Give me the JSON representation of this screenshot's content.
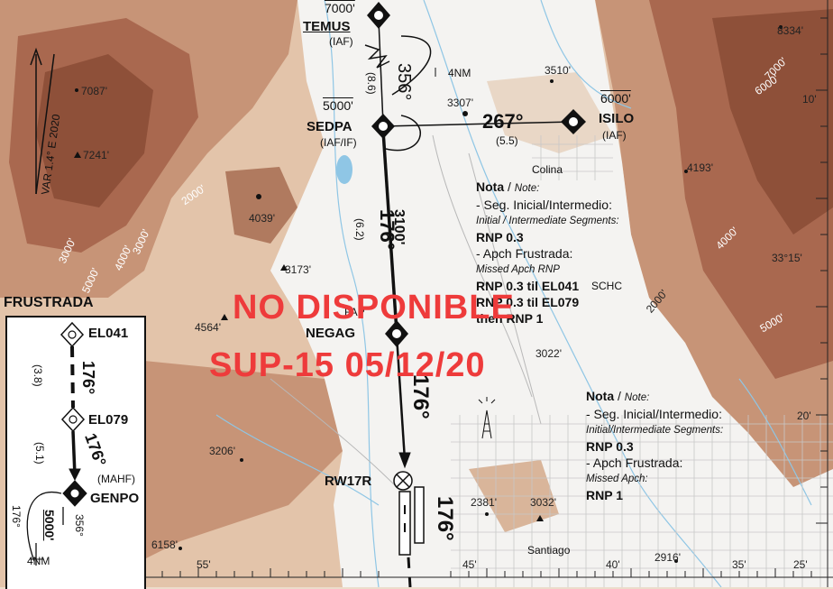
{
  "waypoints": {
    "temus": {
      "name": "TEMUS",
      "alt": "7000'",
      "role": "(IAF)"
    },
    "sedpa": {
      "name": "SEDPA",
      "alt": "5000'",
      "role": "(IAF/IF)"
    },
    "isilo": {
      "name": "ISILO",
      "alt": "6000'",
      "role": "(IAF)"
    },
    "negag": {
      "name": "NEGAG",
      "role": "FAP"
    },
    "rw17r": {
      "name": "RW17R"
    },
    "el041": {
      "name": "EL041"
    },
    "el079": {
      "name": "EL079"
    },
    "genpo": {
      "name": "GENPO",
      "role": "(MAHF)"
    }
  },
  "tracks": {
    "temus_sedpa_course": "356°",
    "temus_sedpa_dist": "(8.6)",
    "holding_leg": "4NM",
    "isilo_sedpa_course": "267°",
    "isilo_sedpa_dist": "(5.5)",
    "sedpa_negag_course": "176°",
    "sedpa_negag_alt": "3100'",
    "sedpa_negag_dist": "(6.2)",
    "final_course": "176°",
    "runway_course": "176°"
  },
  "missed_approach": {
    "title": "FRUSTRADA",
    "el041_el079_course": "176°",
    "el041_el079_dist": "(3.8)",
    "el079_genpo_course": "176°",
    "el079_genpo_dist": "(5.1)",
    "hold_inbound": "176°",
    "hold_outbound": "356°",
    "hold_alt": "5000'",
    "hold_leg": "4NM"
  },
  "notes": {
    "note1": {
      "title": "Nota",
      "title_en": "Note:",
      "line1": "- Seg. Inicial/Intermedio:",
      "line1_en": "Initial / Intermediate Segments:",
      "line2": "RNP 0.3",
      "line3": "- Apch Frustrada:",
      "line3_en": "Missed Apch RNP",
      "line4": "RNP 0.3 til EL041",
      "line5": "RNP 0.3 til EL079",
      "line6": "then RNP 1"
    },
    "note2": {
      "title": "Nota",
      "title_en": "Note:",
      "line1": "- Seg. Inicial/Intermedio:",
      "line1_en": "Initial/Intermediate Segments:",
      "line2": "RNP 0.3",
      "line3": "- Apch Frustrada:",
      "line3_en": "Missed Apch:",
      "line4": "RNP 1"
    }
  },
  "stamp": {
    "line1": "NO DISPONIBLE",
    "line2": "SUP-15  05/12/20"
  },
  "variation": "VAR 1.4° E 2020",
  "places": {
    "colina": "Colina",
    "santiago": "Santiago",
    "scch": "SCHC"
  },
  "elevations": [
    "8334'",
    "7087'",
    "7241'",
    "3510'",
    "3307'",
    "4039'",
    "3173'",
    "4193'",
    "4564'",
    "3206'",
    "2381'",
    "3032'",
    "2916'",
    "6158'",
    "3022'"
  ],
  "contours": [
    "2000'",
    "3000'",
    "4000'",
    "5000'",
    "6000'",
    "7000'",
    "2000'",
    "4000'",
    "5000'",
    "3000'"
  ],
  "grid": {
    "lon": [
      "55'",
      "45'",
      "40'",
      "35'",
      "25'"
    ],
    "lat": [
      "33°15'",
      "20'",
      "10'"
    ]
  },
  "colors": {
    "terrain_high": "#a9684f",
    "terrain_mid": "#c79477",
    "terrain_low": "#e3c4aa",
    "valley": "#f4f3f1",
    "stamp": "#ee3b3b"
  }
}
